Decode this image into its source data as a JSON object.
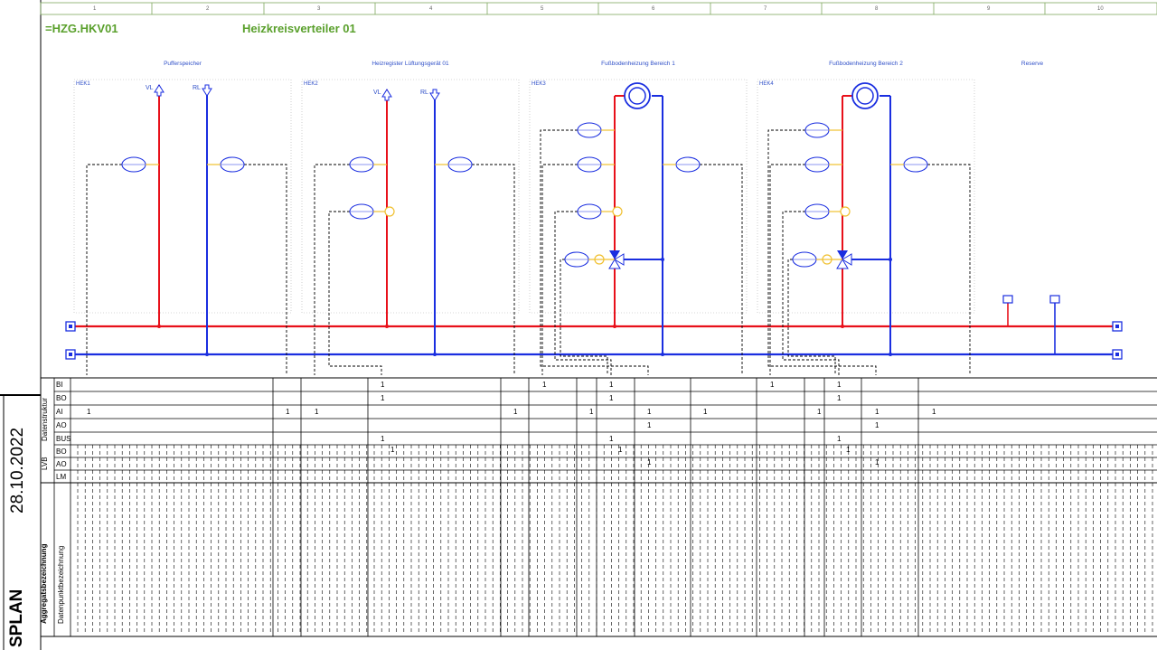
{
  "title_block": {
    "date": "28.10.2022",
    "plan_label": "SPLAN"
  },
  "header": {
    "ident": "=HZG.HKV01",
    "title": "Heizkreisverteiler 01"
  },
  "ruler_numbers": [
    "1",
    "2",
    "3",
    "4",
    "5",
    "6",
    "7",
    "8",
    "9",
    "10"
  ],
  "sections": [
    {
      "label": "Pufferspeicher"
    },
    {
      "label": "Heizregister Lüftungsgerät 01"
    },
    {
      "label": "Fußbodenheizung Bereich 1"
    },
    {
      "label": "Fußbodenheizung Bereich 2"
    },
    {
      "label": "Reserve"
    }
  ],
  "hek_labels": [
    "HEK1",
    "HEK2",
    "HEK3",
    "HEK4"
  ],
  "line_labels": {
    "supply": "VL",
    "return": "RL"
  },
  "table": {
    "group_datenstruktur": "Datenstruktur",
    "group_lvb": "LVB",
    "group_aggregat": "Aggregatsbezeichnung",
    "group_datenpunkt": "Datenpunktbezeichnung",
    "rows": [
      "BI",
      "BO",
      "AI",
      "AO",
      "BUS",
      "BO",
      "AO",
      "LM"
    ],
    "values": [
      {
        "row": 0,
        "col": "c3",
        "text": "1"
      },
      {
        "row": 0,
        "col": "c7",
        "text": "1"
      },
      {
        "row": 0,
        "col": "c9",
        "text": "1"
      },
      {
        "row": 0,
        "col": "c13",
        "text": "1"
      },
      {
        "row": 0,
        "col": "c15",
        "text": "1"
      },
      {
        "row": 1,
        "col": "c3",
        "text": "1"
      },
      {
        "row": 1,
        "col": "c9",
        "text": "1"
      },
      {
        "row": 1,
        "col": "c15",
        "text": "1"
      },
      {
        "row": 2,
        "col": "c0",
        "text": "1"
      },
      {
        "row": 2,
        "col": "c1",
        "text": "1"
      },
      {
        "row": 2,
        "col": "c2",
        "text": "1"
      },
      {
        "row": 2,
        "col": "c5",
        "text": "1"
      },
      {
        "row": 2,
        "col": "c8",
        "text": "1"
      },
      {
        "row": 2,
        "col": "c10",
        "text": "1"
      },
      {
        "row": 2,
        "col": "c11",
        "text": "1"
      },
      {
        "row": 2,
        "col": "c14",
        "text": "1"
      },
      {
        "row": 2,
        "col": "c16",
        "text": "1"
      },
      {
        "row": 2,
        "col": "c17",
        "text": "1"
      },
      {
        "row": 3,
        "col": "c10",
        "text": "1"
      },
      {
        "row": 3,
        "col": "c16",
        "text": "1"
      },
      {
        "row": 4,
        "col": "c3",
        "text": "1"
      },
      {
        "row": 4,
        "col": "c9",
        "text": "1"
      },
      {
        "row": 4,
        "col": "c15",
        "text": "1"
      },
      {
        "row": 5,
        "col": "c3b",
        "text": "1"
      },
      {
        "row": 5,
        "col": "c9b",
        "text": "1"
      },
      {
        "row": 5,
        "col": "c15b",
        "text": "1"
      },
      {
        "row": 6,
        "col": "c10b",
        "text": "1"
      },
      {
        "row": 6,
        "col": "c16b",
        "text": "1"
      }
    ]
  },
  "colors": {
    "supply": "#e8101a",
    "return": "#1a2ee0",
    "sensor": "#1a2ee0",
    "accent": "#5aa02c",
    "junction": "#f0c030"
  },
  "icons": [
    "circulation-pump-icon",
    "three-way-valve-icon",
    "sensor-bubble-icon",
    "vent-arrow-icon",
    "end-cap-icon"
  ]
}
